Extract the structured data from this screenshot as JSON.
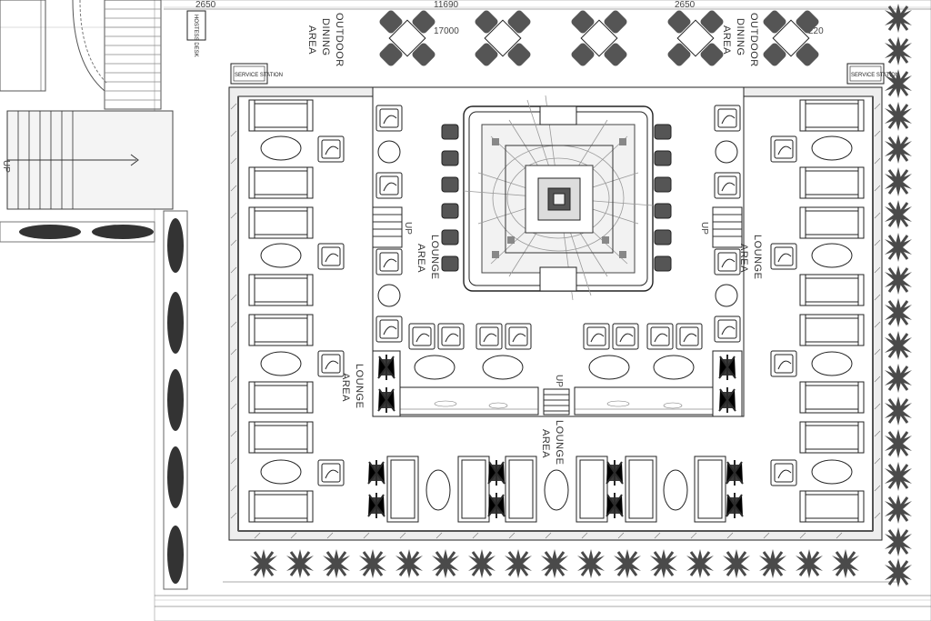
{
  "dimensions": {
    "left_top": "2650",
    "center_top": "11690",
    "center_second": "17000",
    "right_top": "2650",
    "right_edge": "220"
  },
  "labels": {
    "outdoor_dining_left": [
      "OUTDOOR",
      "DINING",
      "AREA"
    ],
    "outdoor_dining_right": [
      "OUTDOOR",
      "DINING",
      "AREA"
    ],
    "lounge_center_left": [
      "LOUNGE",
      "AREA"
    ],
    "lounge_center_right": [
      "LOUNGE",
      "AREA"
    ],
    "lounge_left": [
      "LOUNGE",
      "AREA"
    ],
    "lounge_bottom": [
      "LOUNGE",
      "AREA"
    ],
    "service_left": "SERVICE STATION",
    "service_right": "SERVICE STATION",
    "hostess": "HOSTESS DESK"
  },
  "stairs": {
    "up_left": "UP",
    "up_center_left": "UP",
    "up_center_right": "UP",
    "up_bottom": "UP"
  },
  "colors": {
    "line": "#222222",
    "furniture_fill": "#ffffff",
    "chair_fill": "#555555",
    "plant_fill": "#3a3a3a",
    "hatch": "#777777"
  }
}
